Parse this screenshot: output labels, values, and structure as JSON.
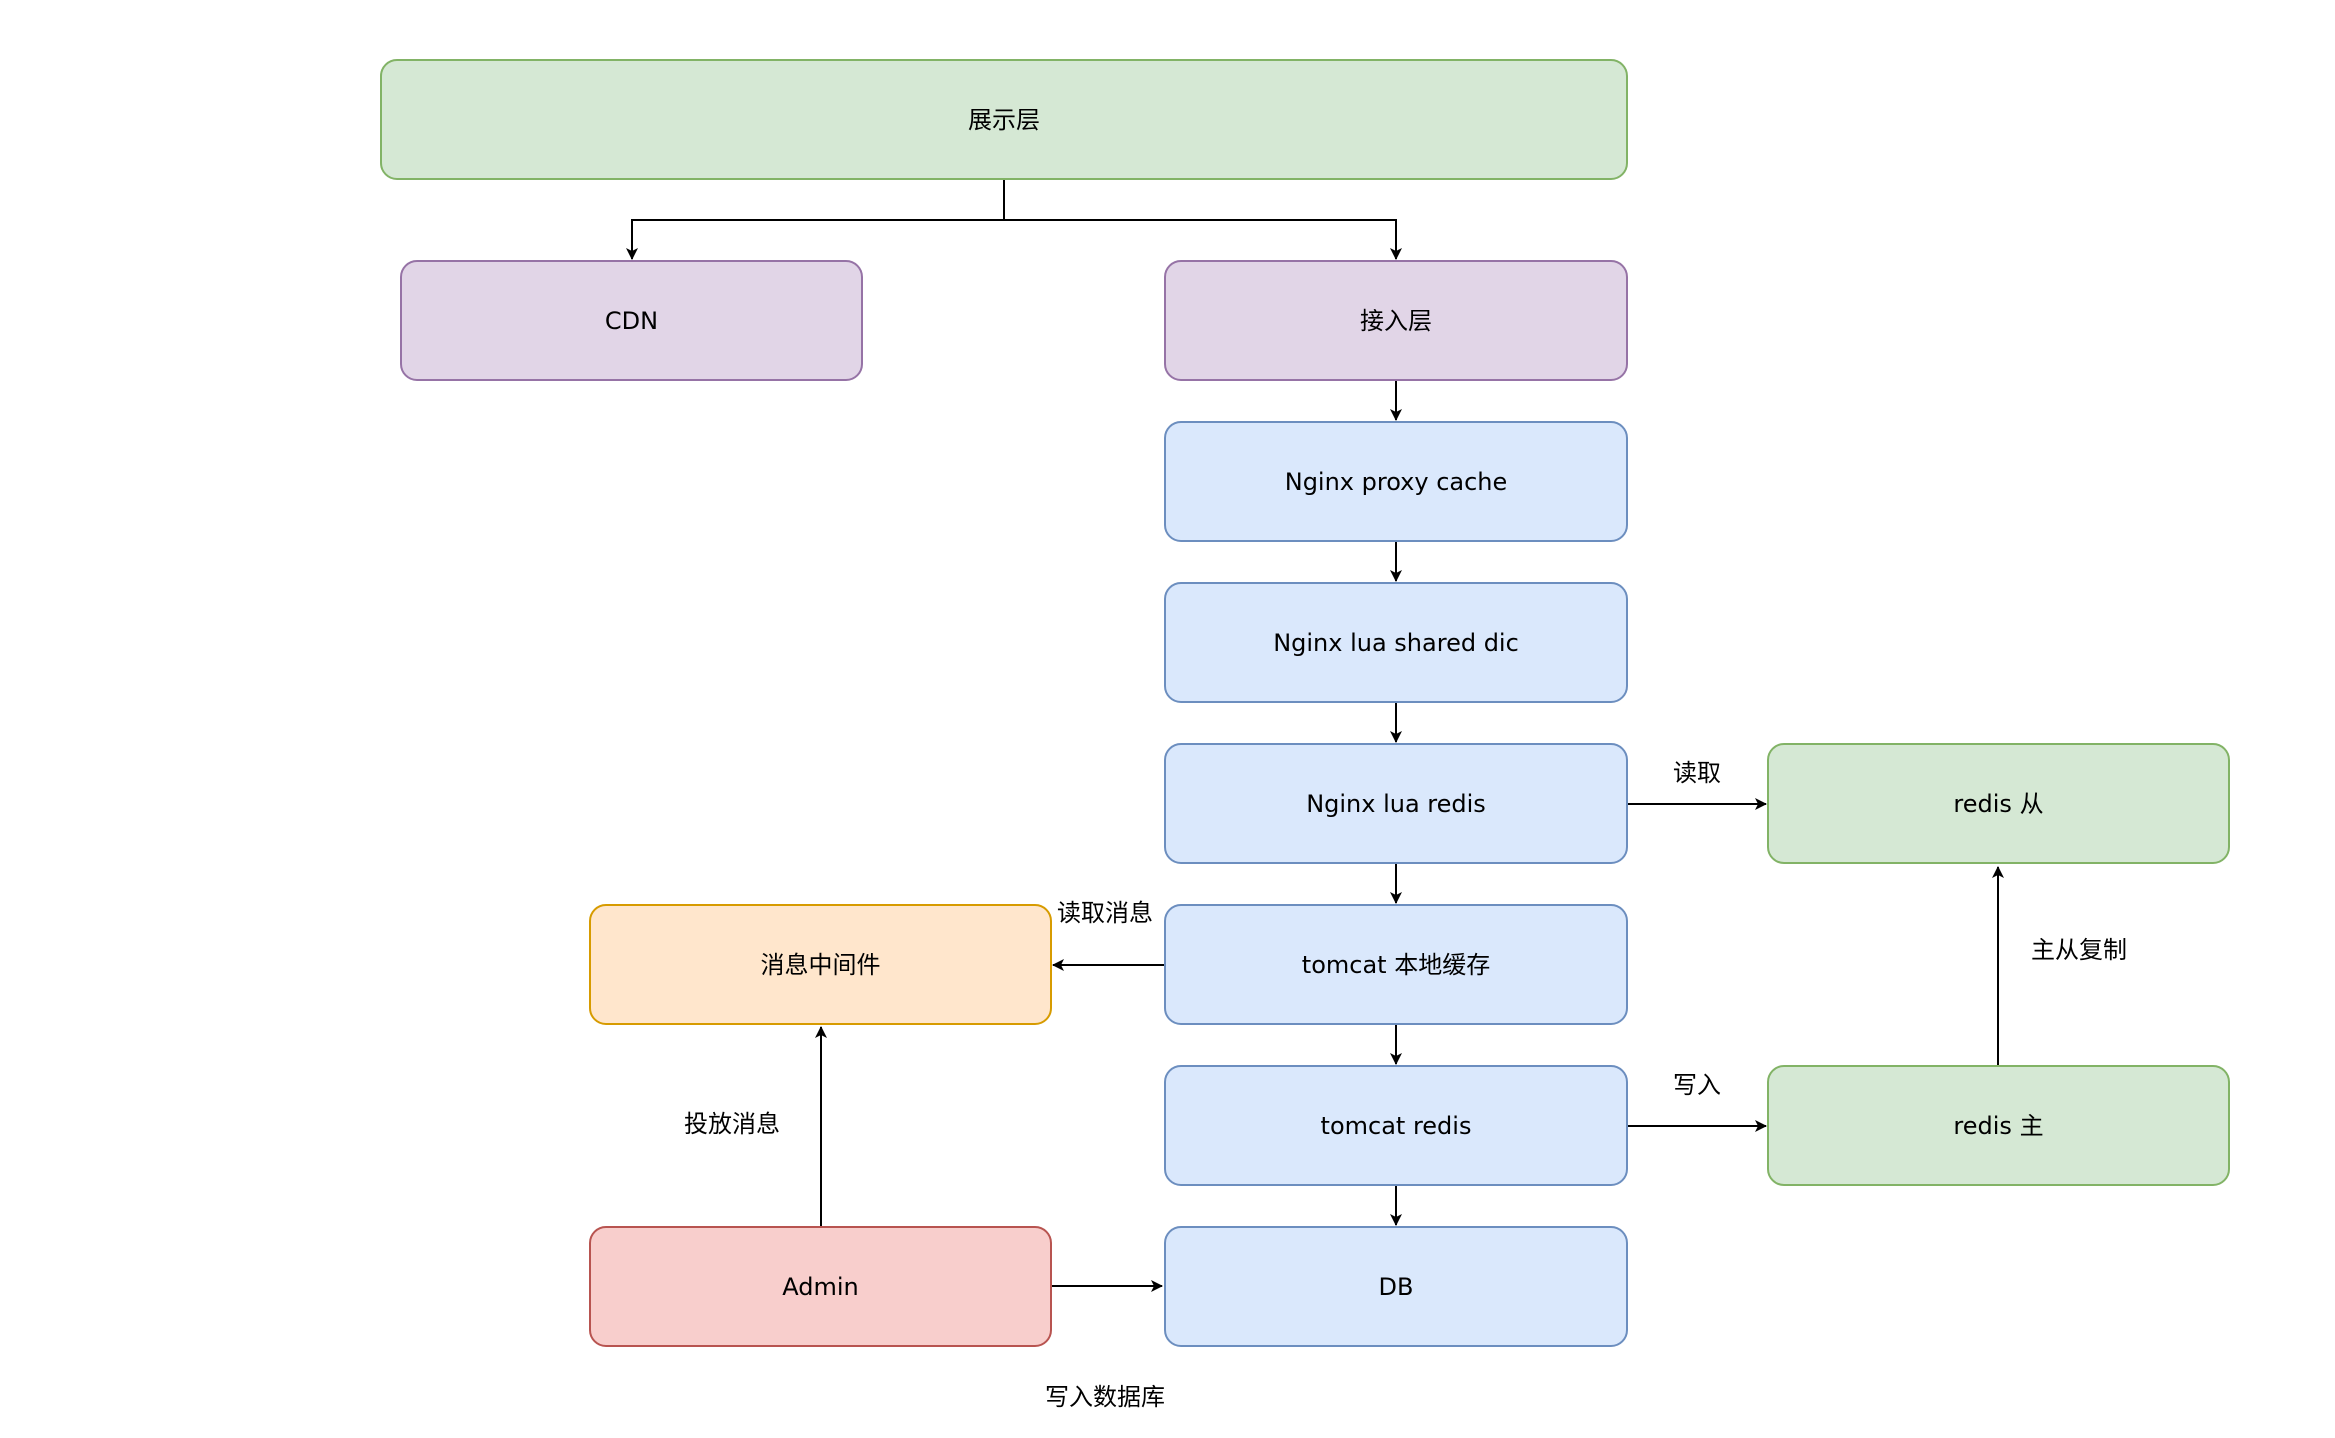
{
  "nodes": {
    "presentation": "展示层",
    "cdn": "CDN",
    "access": "接入层",
    "nginx_proxy_cache": "Nginx proxy cache",
    "nginx_lua_shared_dic": "Nginx lua shared dic",
    "nginx_lua_redis": "Nginx lua redis",
    "tomcat_local_cache": "tomcat 本地缓存",
    "tomcat_redis": "tomcat redis",
    "db": "DB",
    "message_middleware": "消息中间件",
    "admin": "Admin",
    "redis_slave": "redis 从",
    "redis_master": "redis 主"
  },
  "edge_labels": {
    "read": "读取",
    "read_message": "读取消息",
    "write": "写入",
    "master_slave_replication": "主从复制",
    "publish_message": "投放消息",
    "write_db": "写入数据库"
  },
  "colors": {
    "green_fill": "#d5e8d4",
    "green_stroke": "#82b366",
    "purple_fill": "#e1d5e7",
    "purple_stroke": "#9673a6",
    "blue_fill": "#dae8fc",
    "blue_stroke": "#6c8ebf",
    "orange_fill": "#ffe6cc",
    "orange_stroke": "#d79b00",
    "red_fill": "#f8cecc",
    "red_stroke": "#b85450"
  }
}
